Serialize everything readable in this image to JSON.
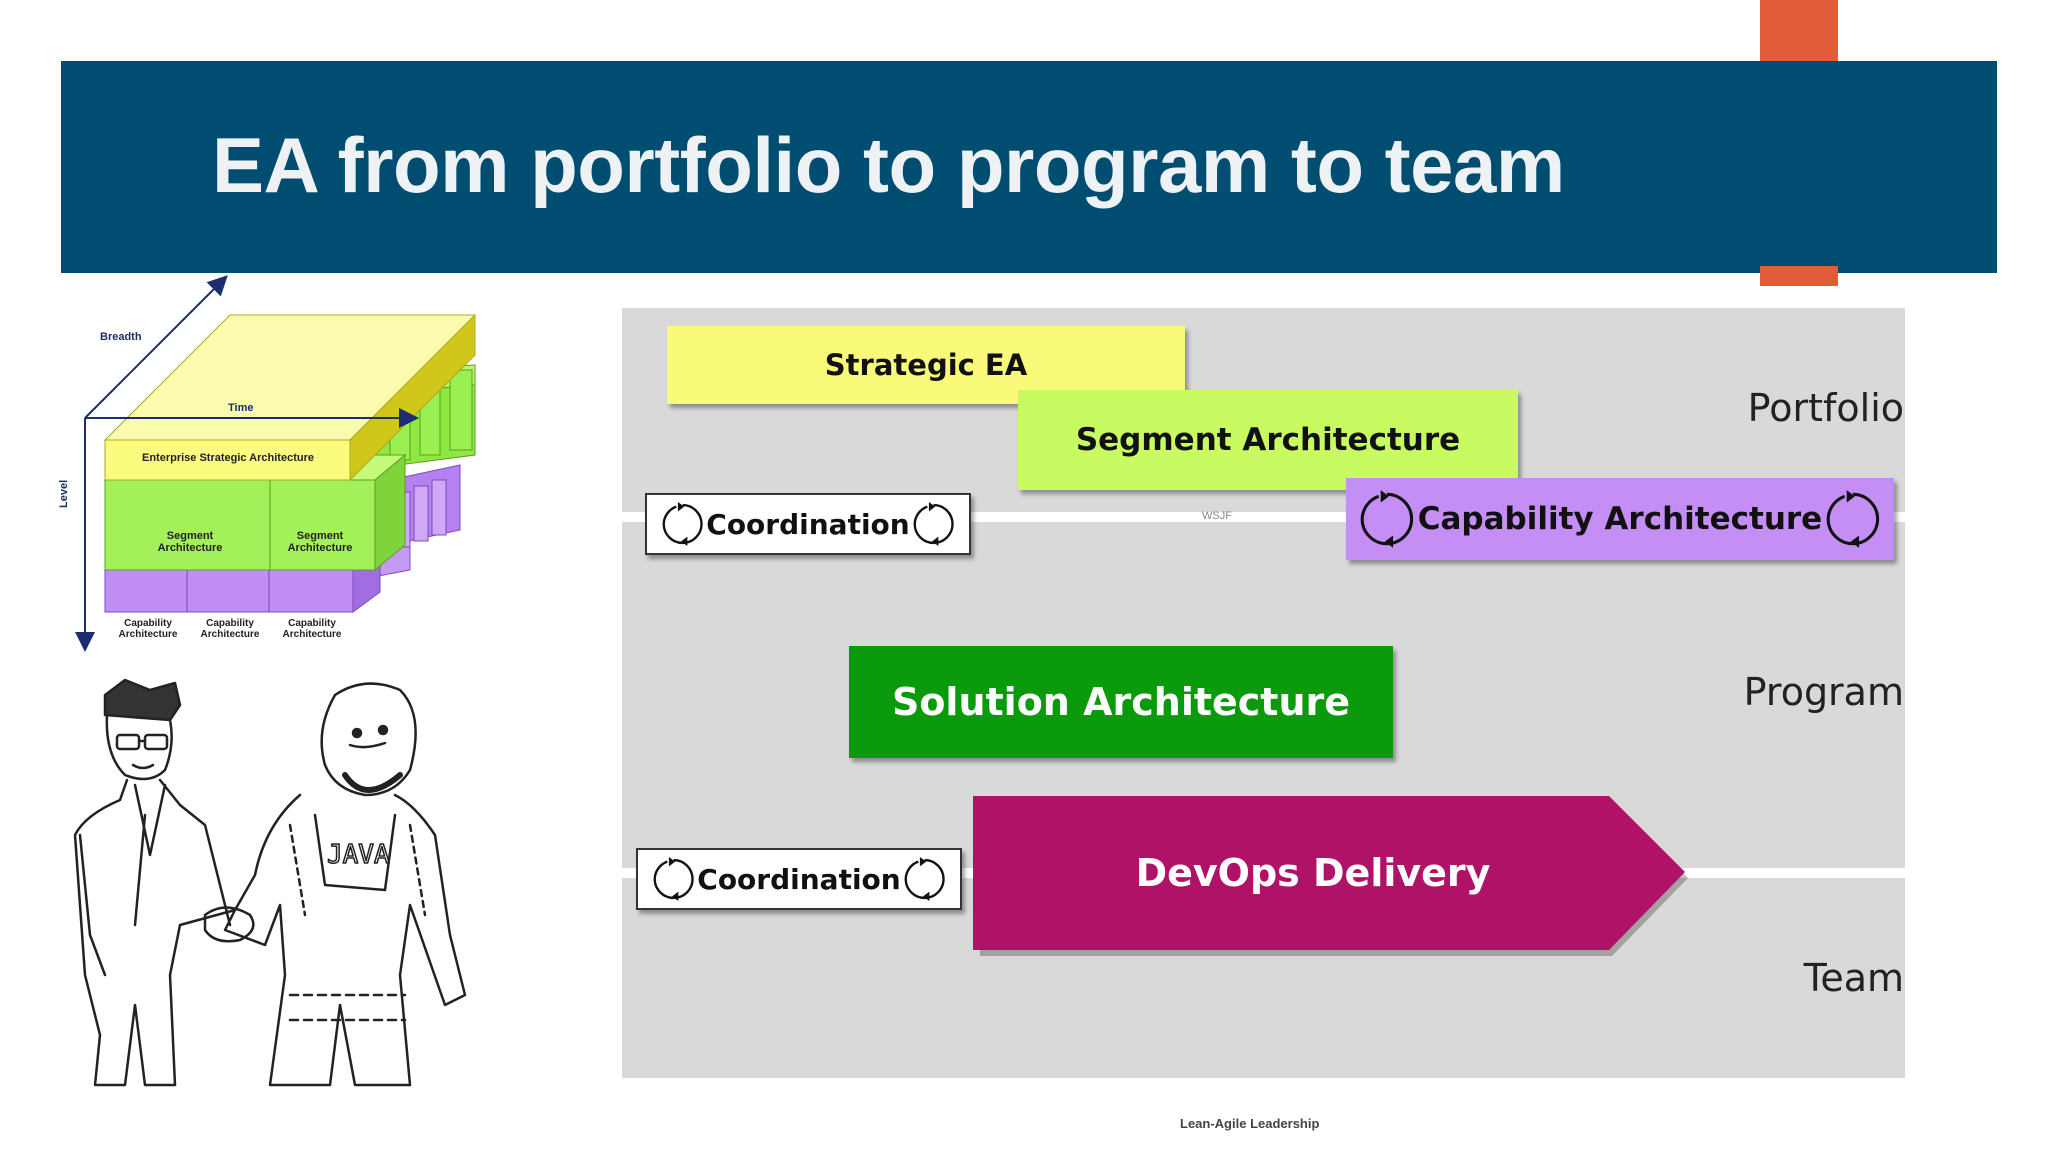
{
  "slide": {
    "title": "EA from portfolio to program to team"
  },
  "diagram": {
    "boxes": {
      "strategic": "Strategic EA",
      "segment": "Segment Architecture",
      "capability": "Capability Architecture",
      "solution": "Solution Architecture",
      "devops": "DevOps Delivery"
    },
    "coordination_top": "Coordination",
    "coordination_bottom": "Coordination",
    "levels": {
      "portfolio": "Portfolio",
      "program": "Program",
      "team": "Team"
    },
    "footer": "Lean-Agile Leadership",
    "background_marker": "WSJF"
  },
  "cube": {
    "axis_breadth": "Breadth",
    "axis_time": "Time",
    "axis_level": "Level",
    "enterprise": "Enterprise Strategic Architecture",
    "segments": [
      "Segment Architecture",
      "Segment Architecture"
    ],
    "capabilities": [
      "Capability Architecture",
      "Capability Architecture",
      "Capability Architecture"
    ]
  },
  "colors": {
    "title_bar": "#004d72",
    "accent": "#e25c3a",
    "strategic": "#fafa7a",
    "segment": "#c8fa62",
    "capability": "#c48ef5",
    "solution": "#0b9a0b",
    "devops": "#b01267"
  },
  "icons": [
    "refresh-icon",
    "people-handshake-illustration"
  ]
}
